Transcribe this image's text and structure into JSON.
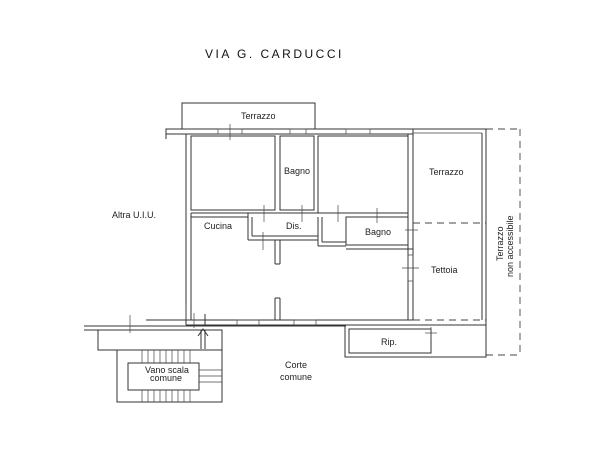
{
  "street": "VIA G. CARDUCCI",
  "labels": {
    "terrazzo_top": "Terrazzo",
    "bagno_top": "Bagno",
    "terrazzo_right": "Terrazzo",
    "altra_uiu": "Altra U.I.U.",
    "cucina": "Cucina",
    "dis": "Dis.",
    "bagno_small": "Bagno",
    "tettoia": "Tettoia",
    "terrazzo_non_acc_1": "Terrazzo",
    "terrazzo_non_acc_2": "non accessibile",
    "rip": "Rip.",
    "corte_1": "Corte",
    "corte_2": "comune",
    "vano_scala_1": "Vano scala",
    "vano_scala_2": "comune"
  }
}
